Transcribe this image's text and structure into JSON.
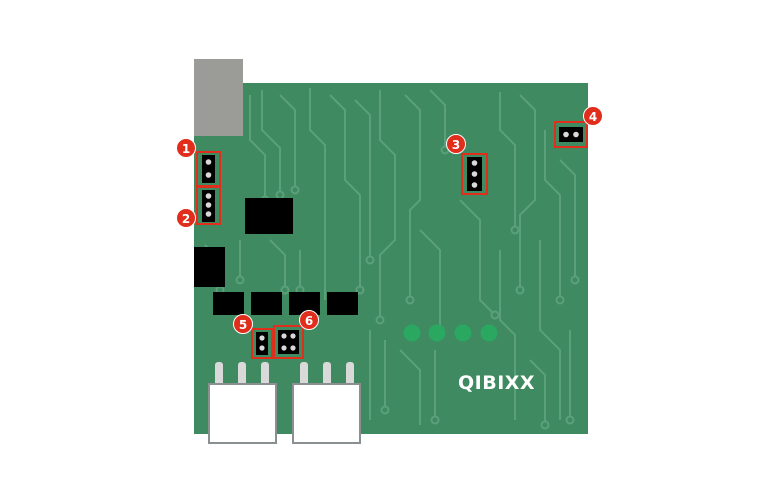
{
  "board": {
    "label": "QIBIXX",
    "colors": {
      "board": "#3f8a60",
      "trace": "#5ba07a",
      "connector": "#9b9b98",
      "chip": "#000000",
      "led": "#2aa861",
      "highlight": "#e02d1c",
      "pin": "#d9d9d9"
    }
  },
  "markers": [
    {
      "label": "1"
    },
    {
      "label": "2"
    },
    {
      "label": "3"
    },
    {
      "label": "4"
    },
    {
      "label": "5"
    },
    {
      "label": "6"
    }
  ]
}
